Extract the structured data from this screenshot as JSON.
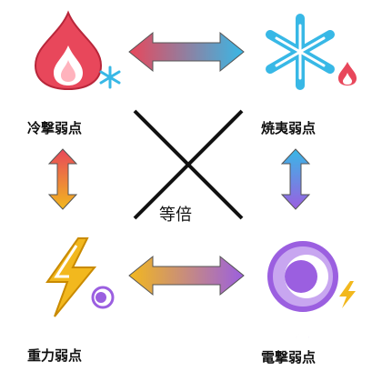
{
  "corners": {
    "top_left": {
      "type": "焼夷",
      "weak": "冷撃弱点",
      "icon": "fire-icon",
      "badge": "snowflake-icon",
      "color": "#e8475b"
    },
    "top_right": {
      "type": "冷撃",
      "weak": "焼夷弱点",
      "icon": "snowflake-icon",
      "badge": "fire-icon",
      "color": "#38b8e6"
    },
    "bottom_left": {
      "type": "電撃",
      "weak": "重力弱点",
      "icon": "lightning-icon",
      "badge": "gravity-icon",
      "color": "#f2b81e"
    },
    "bottom_right": {
      "type": "重力",
      "weak": "電撃弱点",
      "icon": "gravity-icon",
      "badge": "lightning-icon",
      "color": "#9b5fe0"
    }
  },
  "center": {
    "label": "等倍"
  }
}
